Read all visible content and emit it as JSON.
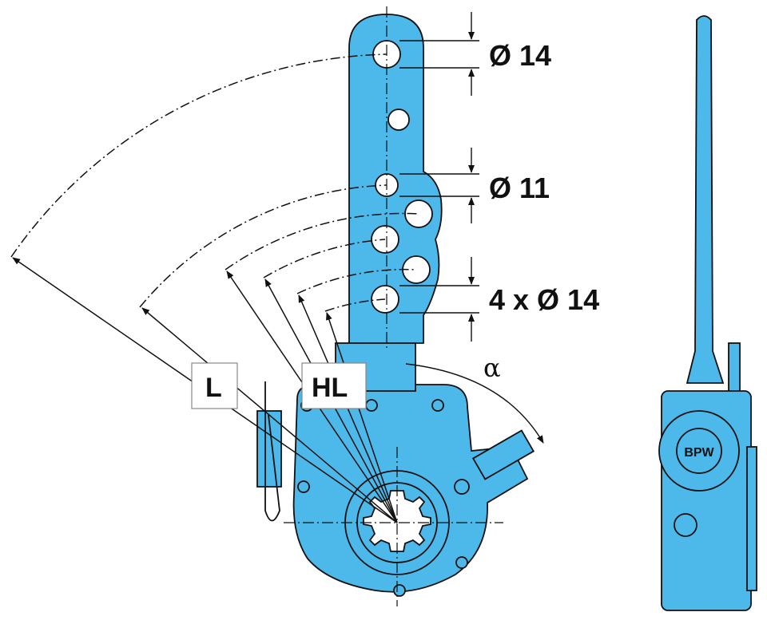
{
  "title": "Slack adjuster dimension drawing",
  "labels": {
    "hole_top": "Ø 14",
    "hole_mid": "Ø 11",
    "holes_bottom": "4 x Ø 14",
    "angle": "α",
    "length_L": "L",
    "length_HL": "HL"
  },
  "logo_text": "BPW",
  "colors": {
    "body": "#4db8ea",
    "line": "#111111",
    "background": "#ffffff"
  }
}
